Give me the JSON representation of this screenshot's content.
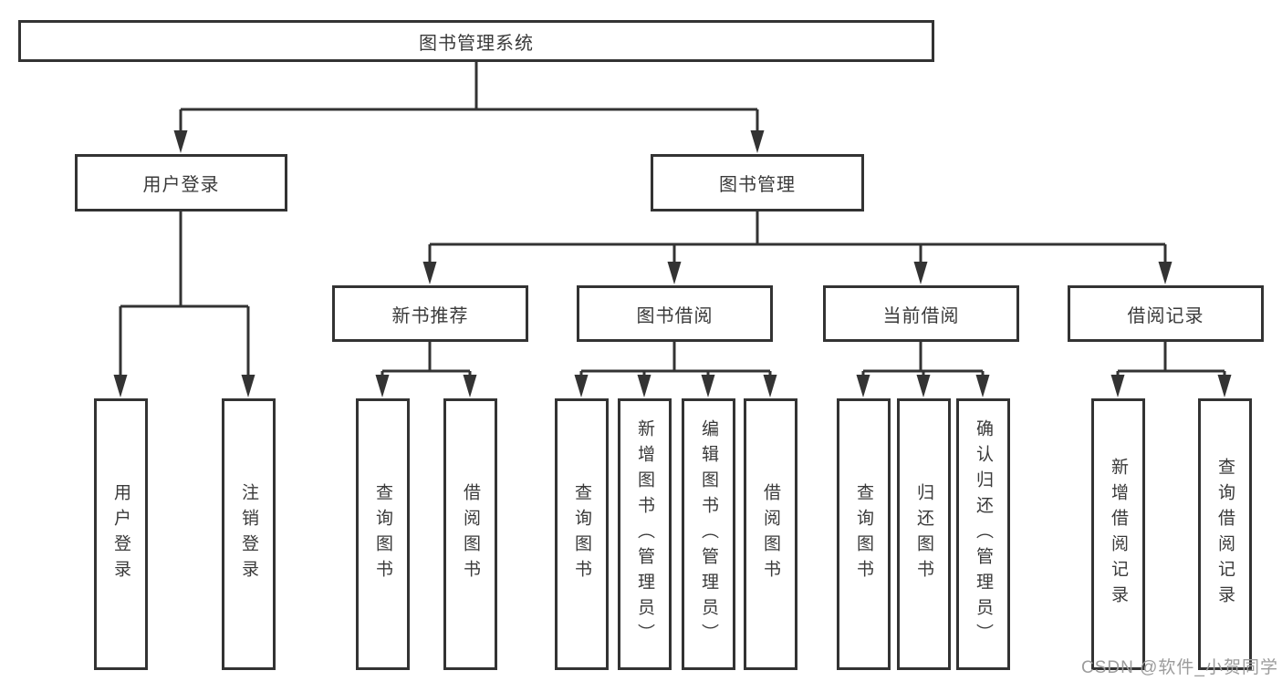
{
  "diagram": {
    "title": "图书管理系统",
    "root": {
      "label": "图书管理系统"
    },
    "branches": {
      "user_login": {
        "label": "用户登录",
        "children": [
          {
            "label": "用户登录"
          },
          {
            "label": "注销登录"
          }
        ]
      },
      "book_mgmt": {
        "label": "图书管理",
        "children": [
          {
            "label": "新书推荐",
            "children": [
              {
                "label": "查询图书"
              },
              {
                "label": "借阅图书"
              }
            ]
          },
          {
            "label": "图书借阅",
            "children": [
              {
                "label": "查询图书"
              },
              {
                "label": "新增图书（管理员）"
              },
              {
                "label": "编辑图书（管理员）"
              },
              {
                "label": "借阅图书"
              }
            ]
          },
          {
            "label": "当前借阅",
            "children": [
              {
                "label": "查询图书"
              },
              {
                "label": "归还图书"
              },
              {
                "label": "确认归还（管理员）"
              }
            ]
          },
          {
            "label": "借阅记录",
            "children": [
              {
                "label": "新增借阅记录"
              },
              {
                "label": "查询借阅记录"
              }
            ]
          }
        ]
      }
    }
  },
  "watermark": {
    "text": "CSDN @软件_小贺同学"
  },
  "colors": {
    "line": "#333333",
    "box_border": "#333333",
    "text": "#3a3a3a",
    "watermark": "#9c9c9c",
    "background": "#ffffff"
  }
}
